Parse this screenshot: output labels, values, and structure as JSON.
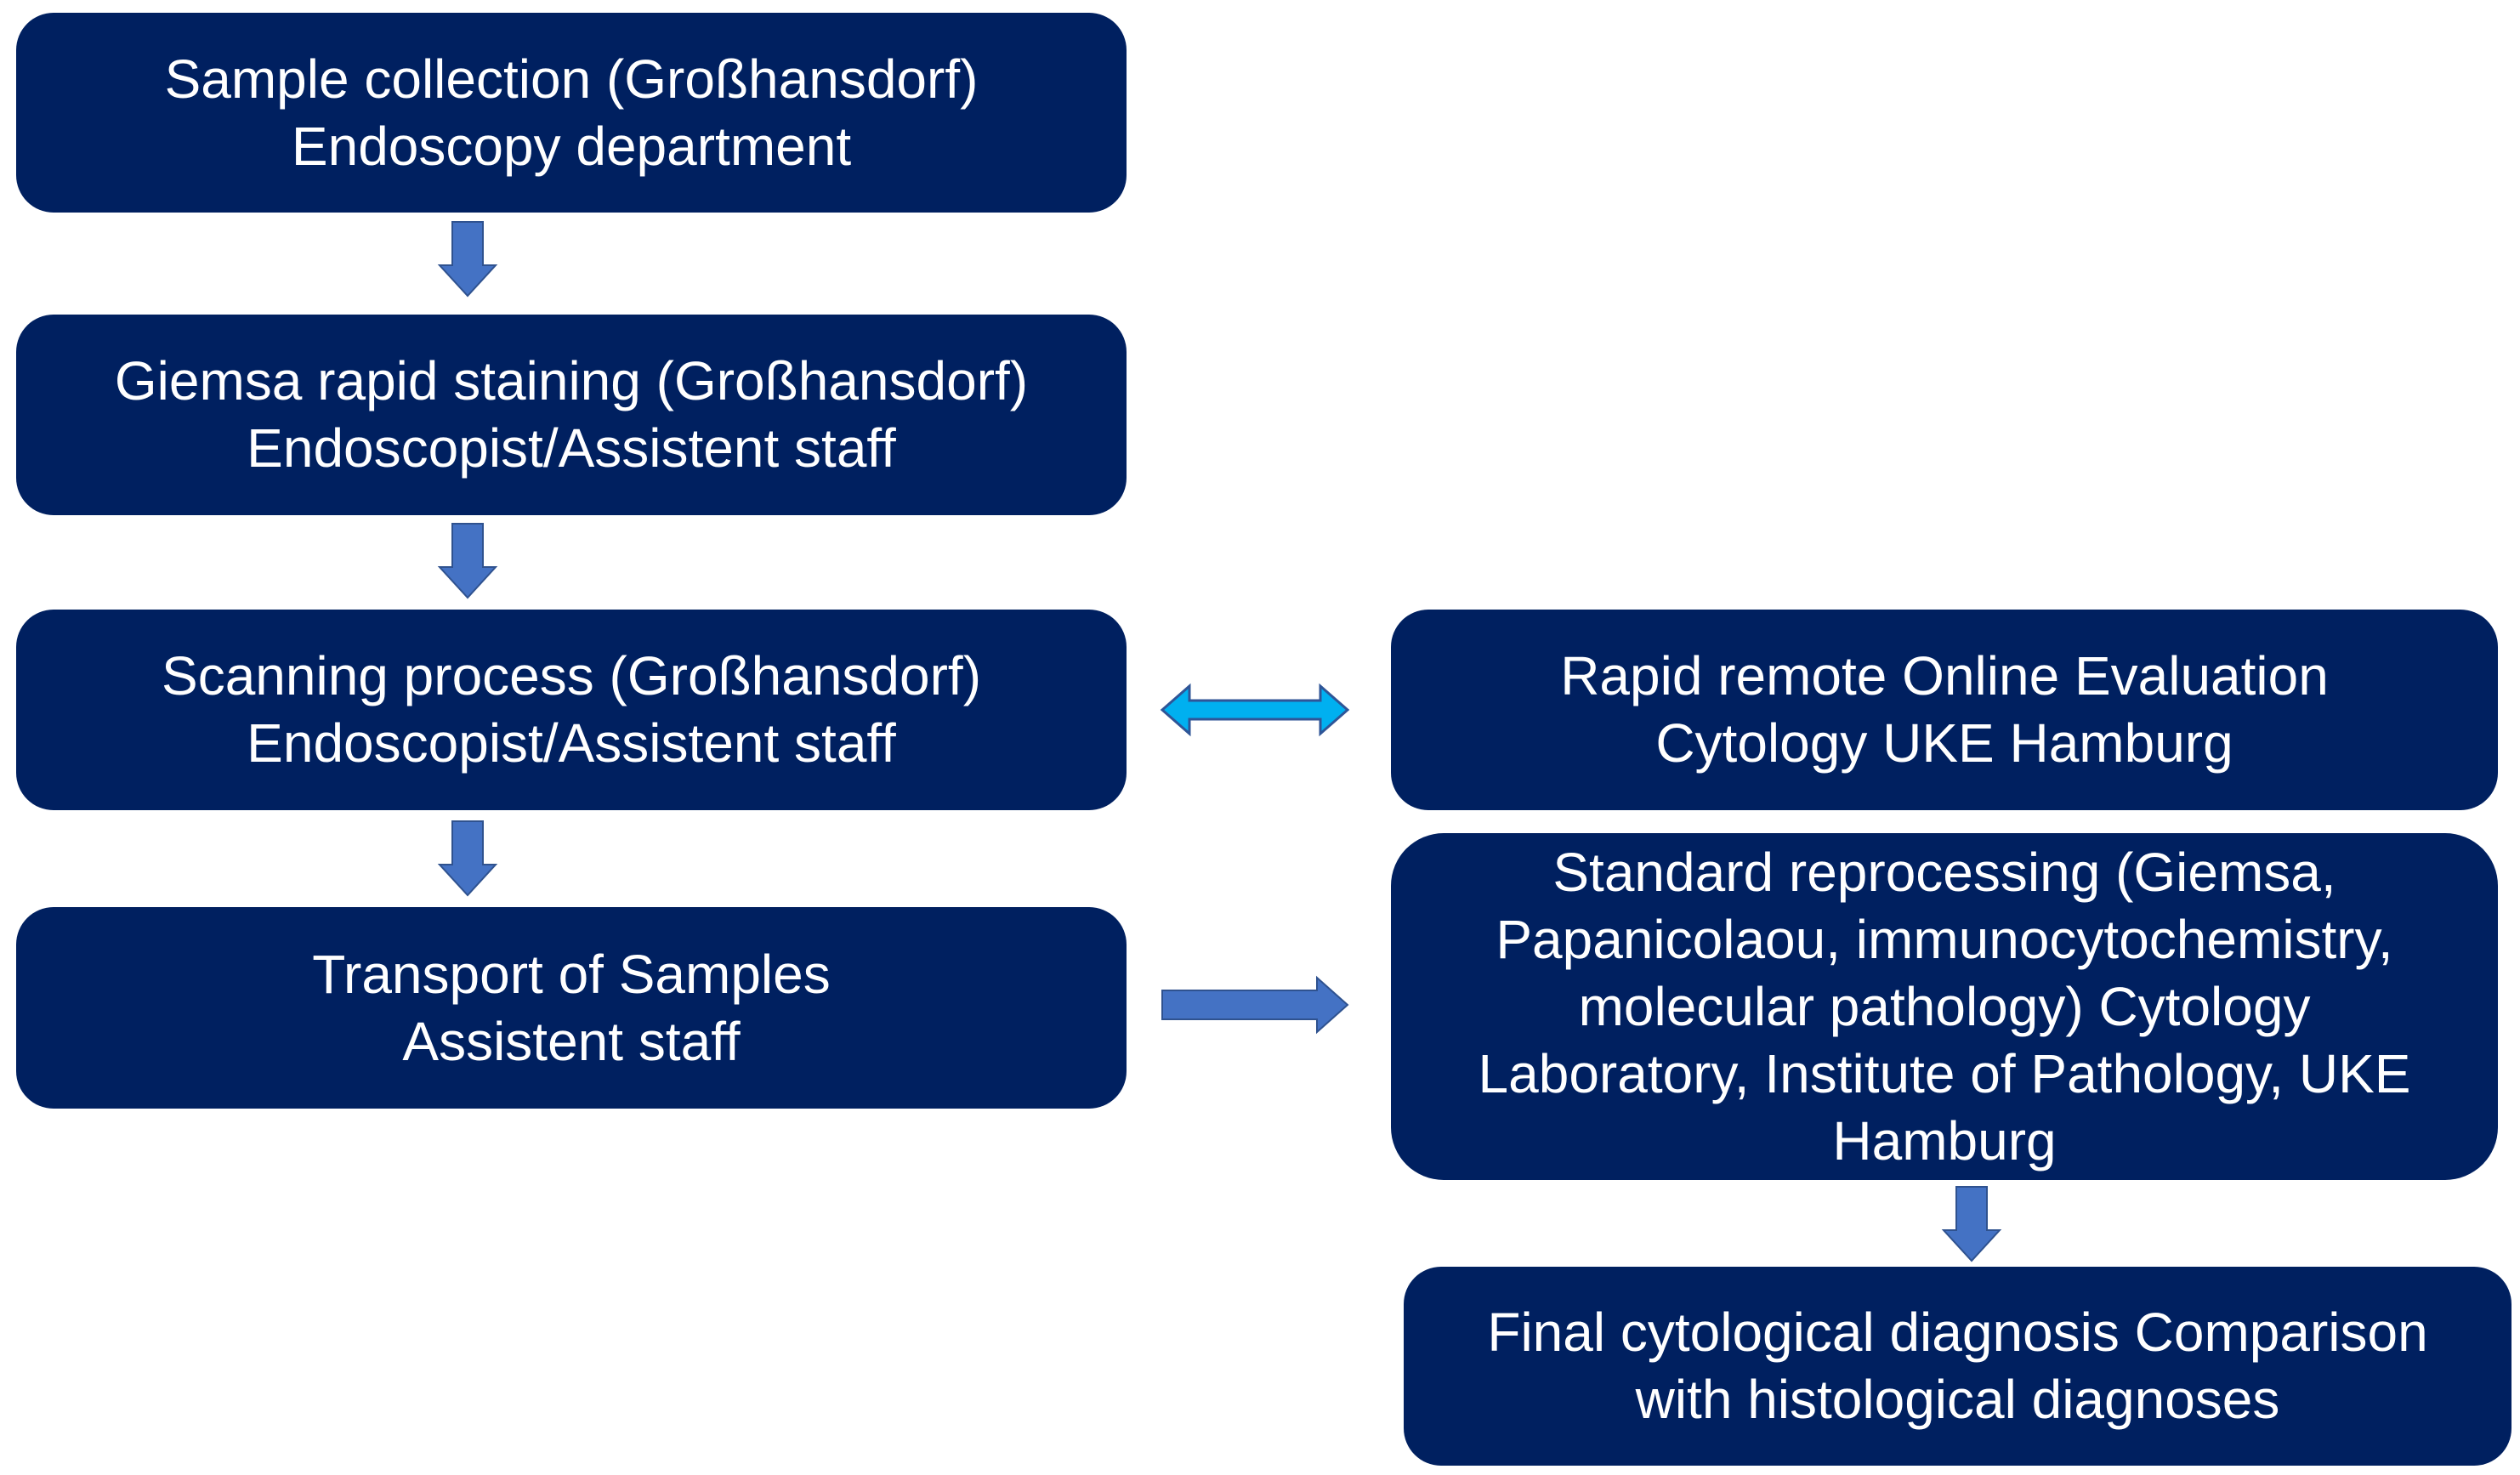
{
  "diagram": {
    "colors": {
      "background": "#ffffff",
      "node_fill": "#002060",
      "node_text": "#ffffff",
      "arrow_fill": "#4472C4",
      "arrow_stroke": "#2F528F",
      "double_arrow_fill": "#00B0F0",
      "double_arrow_stroke": "#2F5597"
    },
    "nodes": [
      {
        "lines": [
          "Sample collection (Großhansdorf)",
          "Endoscopy department"
        ]
      },
      {
        "lines": [
          "Giemsa rapid staining (Großhansdorf)",
          "Endoscopist/Assistent staff"
        ]
      },
      {
        "lines": [
          "Scanning process (Großhansdorf)",
          "Endoscopist/Assistent staff"
        ]
      },
      {
        "lines": [
          "Rapid remote Online Evaluation",
          "Cytology UKE Hamburg"
        ]
      },
      {
        "lines": [
          "Transport of Samples",
          "Assistent staff"
        ]
      },
      {
        "lines": [
          "Standard reprocessing (Giemsa,",
          "Papanicolaou, immunocytochemistry,",
          "molecular pathology) Cytology",
          "Laboratory, Institute of Pathology, UKE",
          "Hamburg"
        ]
      },
      {
        "lines": [
          "Final cytological diagnosis Comparison",
          "with histological diagnoses"
        ]
      }
    ],
    "edges": [
      {
        "from": 0,
        "to": 1,
        "icon": "arrow-down-icon"
      },
      {
        "from": 1,
        "to": 2,
        "icon": "arrow-down-icon"
      },
      {
        "from": 2,
        "to": 3,
        "icon": "double-arrow-icon"
      },
      {
        "from": 2,
        "to": 4,
        "icon": "arrow-down-icon"
      },
      {
        "from": 4,
        "to": 5,
        "icon": "arrow-right-icon"
      },
      {
        "from": 5,
        "to": 6,
        "icon": "arrow-down-icon"
      }
    ]
  }
}
